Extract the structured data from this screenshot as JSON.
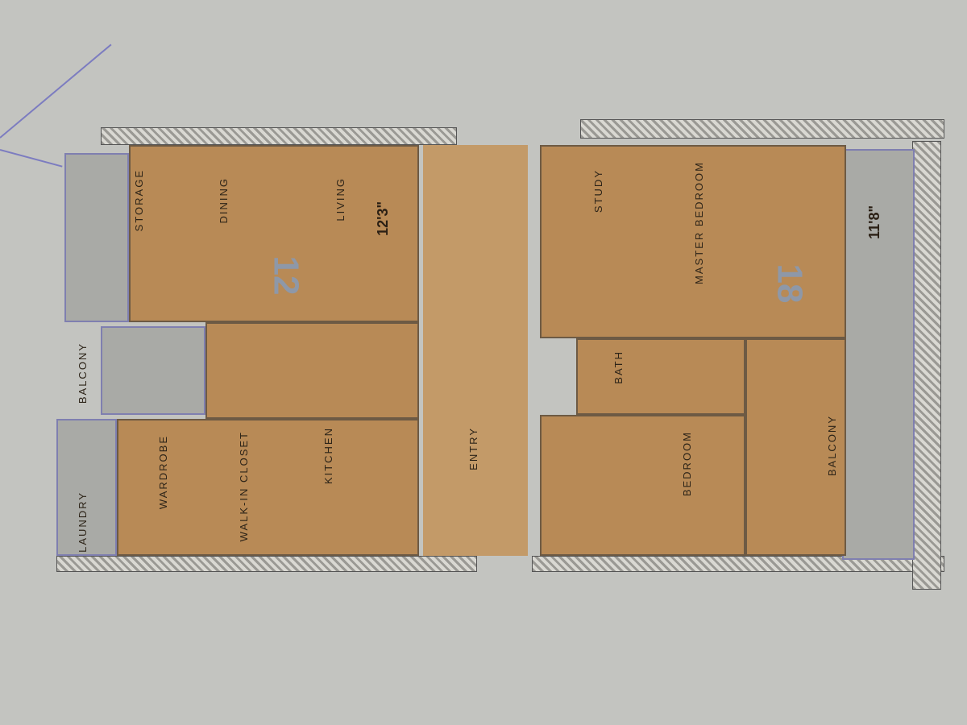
{
  "rooms": {
    "living": "LIVING",
    "dining": "DINING",
    "kitchen": "KITCHEN",
    "master_bedroom": "MASTER BEDROOM",
    "bedroom": "BEDROOM",
    "walk_in_closet": "WALK-IN CLOSET",
    "wardrobe": "WARDROBE",
    "bath": "BATH",
    "laundry": "LAUNDRY",
    "balcony_1": "BALCONY",
    "balcony_2": "BALCONY",
    "entry": "ENTRY",
    "study": "STUDY",
    "storage": "STORAGE"
  },
  "dimensions": {
    "d1": "12'3\"",
    "d2": "11'8\""
  },
  "unit_numbers": {
    "left": "12",
    "right": "18"
  }
}
